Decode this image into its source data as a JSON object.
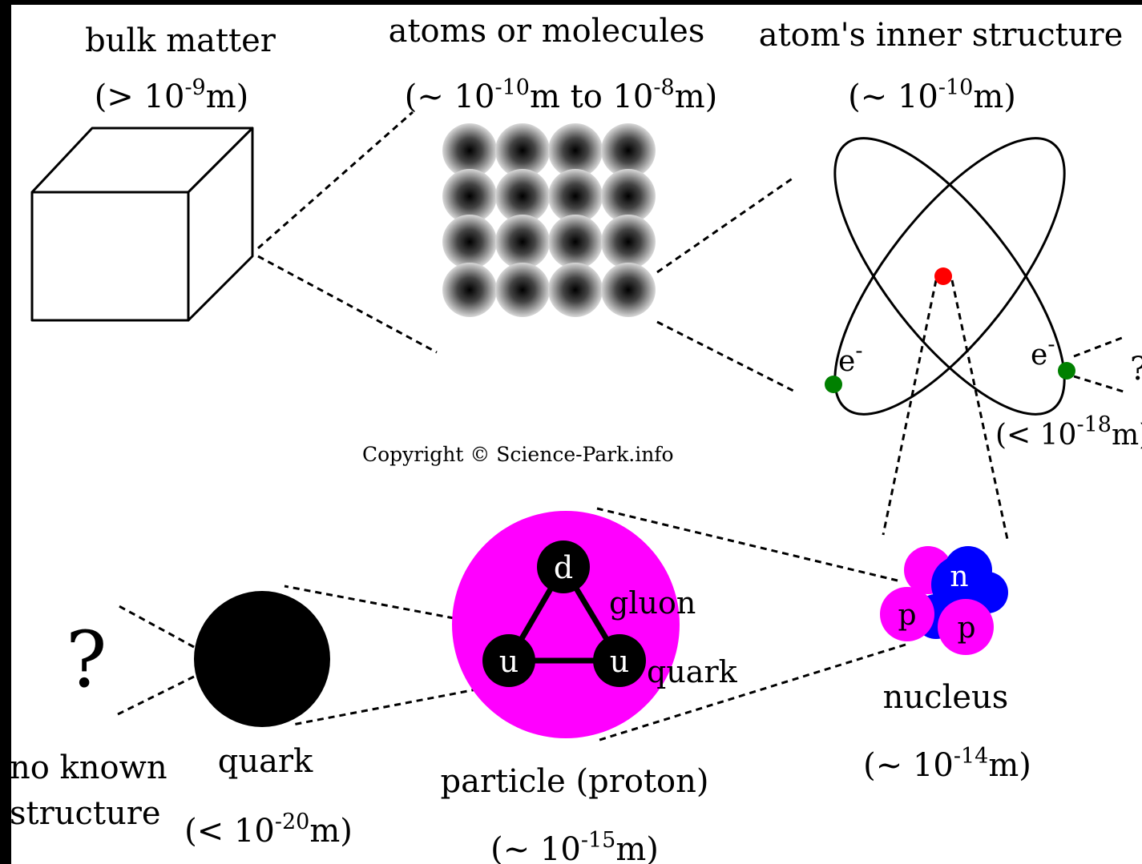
{
  "levels": {
    "bulk": {
      "title": "bulk matter",
      "open": "(> 10",
      "exp": "-9",
      "close": "m)"
    },
    "atoms": {
      "title": "atoms or molecules",
      "open": "(~ 10",
      "exp": "-10",
      "mid": "m to 10",
      "exp2": "-8",
      "close": "m)"
    },
    "inner": {
      "title": "atom's inner structure",
      "open": "(~ 10",
      "exp": "-10",
      "close": "m)"
    },
    "electron": {
      "open": "(< 10",
      "exp": "-18",
      "close": "m)"
    },
    "nucleus": {
      "title": "nucleus",
      "open": "(~ 10",
      "exp": "-14",
      "close": "m)"
    },
    "proton": {
      "title": "particle (proton)",
      "open": "(~ 10",
      "exp": "-15",
      "close": "m)"
    },
    "quark": {
      "title": "quark",
      "open": "(< 10",
      "exp": "-20",
      "close": "m)"
    },
    "unknown": {
      "line1": "no known",
      "line2": "structure",
      "symbol": "?"
    }
  },
  "atom": {
    "electron_symbol": "e",
    "electron_charge": "-",
    "question": "?"
  },
  "proton_parts": {
    "d": "d",
    "u1": "u",
    "u2": "u",
    "gluon": "gluon",
    "quark": "quark"
  },
  "nucleus_parts": {
    "n": "n",
    "p1": "p",
    "p2": "p"
  },
  "copyright": "Copyright © Science-Park.info",
  "colors": {
    "background": "#ffffff",
    "frame": "#000000",
    "proton": "#ff00ff",
    "neutron": "#0000ff",
    "nucleus_dot": "#ff0000",
    "electron": "#008000"
  }
}
